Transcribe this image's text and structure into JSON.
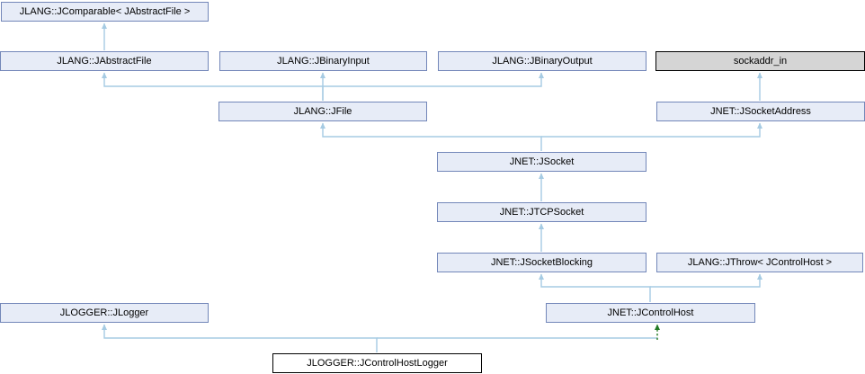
{
  "diagram": {
    "kind": "inheritance-graph",
    "nodes": [
      {
        "id": "jcomparable",
        "label": "JLANG::JComparable< JAbstractFile >",
        "kind": "linked-class"
      },
      {
        "id": "jabstractfile",
        "label": "JLANG::JAbstractFile",
        "kind": "linked-class"
      },
      {
        "id": "jbinaryinput",
        "label": "JLANG::JBinaryInput",
        "kind": "linked-class"
      },
      {
        "id": "jbinaryoutput",
        "label": "JLANG::JBinaryOutput",
        "kind": "linked-class"
      },
      {
        "id": "sockaddr-in",
        "label": "sockaddr_in",
        "kind": "external-struct"
      },
      {
        "id": "jfile",
        "label": "JLANG::JFile",
        "kind": "linked-class"
      },
      {
        "id": "jsocketaddress",
        "label": "JNET::JSocketAddress",
        "kind": "linked-class"
      },
      {
        "id": "jsocket",
        "label": "JNET::JSocket",
        "kind": "linked-class"
      },
      {
        "id": "jtcpsocket",
        "label": "JNET::JTCPSocket",
        "kind": "linked-class"
      },
      {
        "id": "jsocketblocking",
        "label": "JNET::JSocketBlocking",
        "kind": "linked-class"
      },
      {
        "id": "jthrow",
        "label": "JLANG::JThrow< JControlHost >",
        "kind": "linked-class"
      },
      {
        "id": "jlogger",
        "label": "JLOGGER::JLogger",
        "kind": "linked-class"
      },
      {
        "id": "jcontrolhost",
        "label": "JNET::JControlHost",
        "kind": "linked-class"
      },
      {
        "id": "jcontrolhostlogger",
        "label": "JLOGGER::JControlHostLogger",
        "kind": "current-class"
      }
    ],
    "edges": [
      {
        "from": "JLANG::JAbstractFile",
        "to": "JLANG::JComparable< JAbstractFile >",
        "line": "solid",
        "color": "#a6cbe3"
      },
      {
        "from": "JLANG::JFile",
        "to": "JLANG::JAbstractFile",
        "line": "solid",
        "color": "#a6cbe3"
      },
      {
        "from": "JLANG::JFile",
        "to": "JLANG::JBinaryInput",
        "line": "solid",
        "color": "#a6cbe3"
      },
      {
        "from": "JLANG::JFile",
        "to": "JLANG::JBinaryOutput",
        "line": "solid",
        "color": "#a6cbe3"
      },
      {
        "from": "JNET::JSocketAddress",
        "to": "sockaddr_in",
        "line": "solid",
        "color": "#a6cbe3"
      },
      {
        "from": "JNET::JSocket",
        "to": "JLANG::JFile",
        "line": "solid",
        "color": "#a6cbe3"
      },
      {
        "from": "JNET::JSocket",
        "to": "JNET::JSocketAddress",
        "line": "solid",
        "color": "#a6cbe3"
      },
      {
        "from": "JNET::JTCPSocket",
        "to": "JNET::JSocket",
        "line": "solid",
        "color": "#a6cbe3"
      },
      {
        "from": "JNET::JSocketBlocking",
        "to": "JNET::JTCPSocket",
        "line": "solid",
        "color": "#a6cbe3"
      },
      {
        "from": "JNET::JControlHost",
        "to": "JNET::JSocketBlocking",
        "line": "solid",
        "color": "#a6cbe3"
      },
      {
        "from": "JNET::JControlHost",
        "to": "JLANG::JThrow< JControlHost >",
        "line": "solid",
        "color": "#a6cbe3"
      },
      {
        "from": "JLOGGER::JControlHostLogger",
        "to": "JLOGGER::JLogger",
        "line": "solid",
        "color": "#a6cbe3"
      },
      {
        "from": "JLOGGER::JControlHostLogger",
        "to": "JNET::JControlHost",
        "line": "dashed",
        "color": "#237a23"
      }
    ],
    "colors": {
      "background": "#ffffff",
      "node_fill": "#e7ecf7",
      "node_border": "#7387b9",
      "external_fill": "#d5d5d5",
      "external_border": "#000000",
      "current_fill": "#ffffff",
      "current_border": "#000000",
      "edge": "#a6cbe3",
      "virtual_edge": "#237a23",
      "text": "#000000"
    }
  }
}
